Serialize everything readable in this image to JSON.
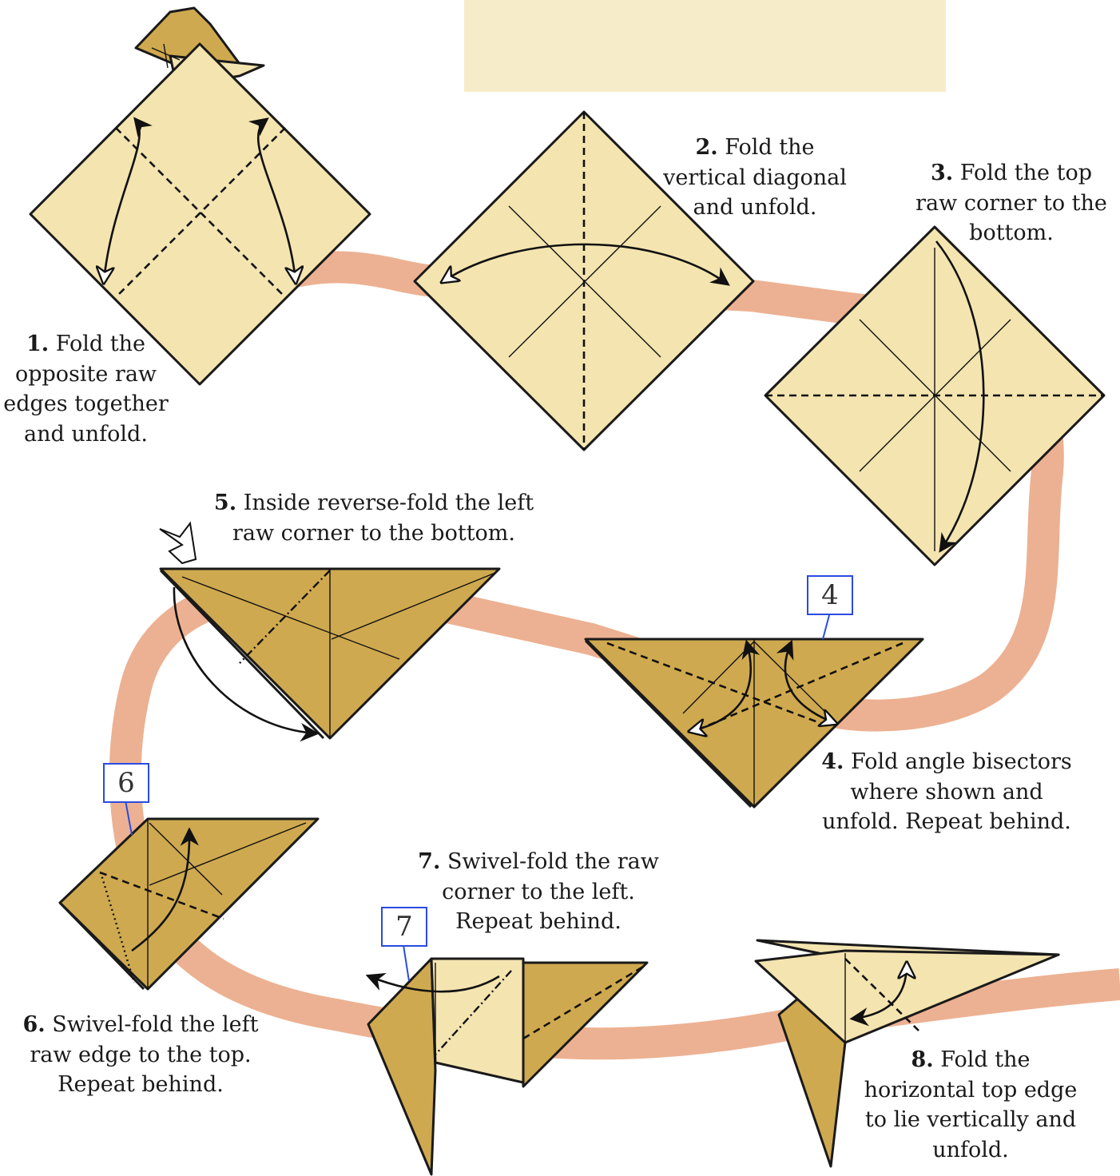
{
  "colors": {
    "paper_light": "#f4e4b0",
    "paper_dark": "#cfa94f",
    "ribbon": "#ecb192",
    "badge_border": "#2a4be0",
    "photo": "#f7ecca"
  },
  "steps": [
    {
      "number": "1.",
      "text": "Fold the opposite raw edges together and unfold."
    },
    {
      "number": "2.",
      "text": "Fold the vertical diagonal and unfold."
    },
    {
      "number": "3.",
      "text": "Fold the top raw corner to the bottom."
    },
    {
      "number": "4.",
      "text": "Fold angle bisectors where shown and unfold. Repeat behind."
    },
    {
      "number": "5.",
      "text": "Inside reverse-fold the left raw corner to the bottom."
    },
    {
      "number": "6.",
      "text": "Swivel-fold the left raw edge to the top. Repeat behind."
    },
    {
      "number": "7.",
      "text": "Swivel-fold the raw corner to the left. Repeat behind."
    },
    {
      "number": "8.",
      "text": "Fold the horizontal top edge to lie vertically and unfold."
    }
  ],
  "badges": [
    "4",
    "6",
    "7"
  ]
}
